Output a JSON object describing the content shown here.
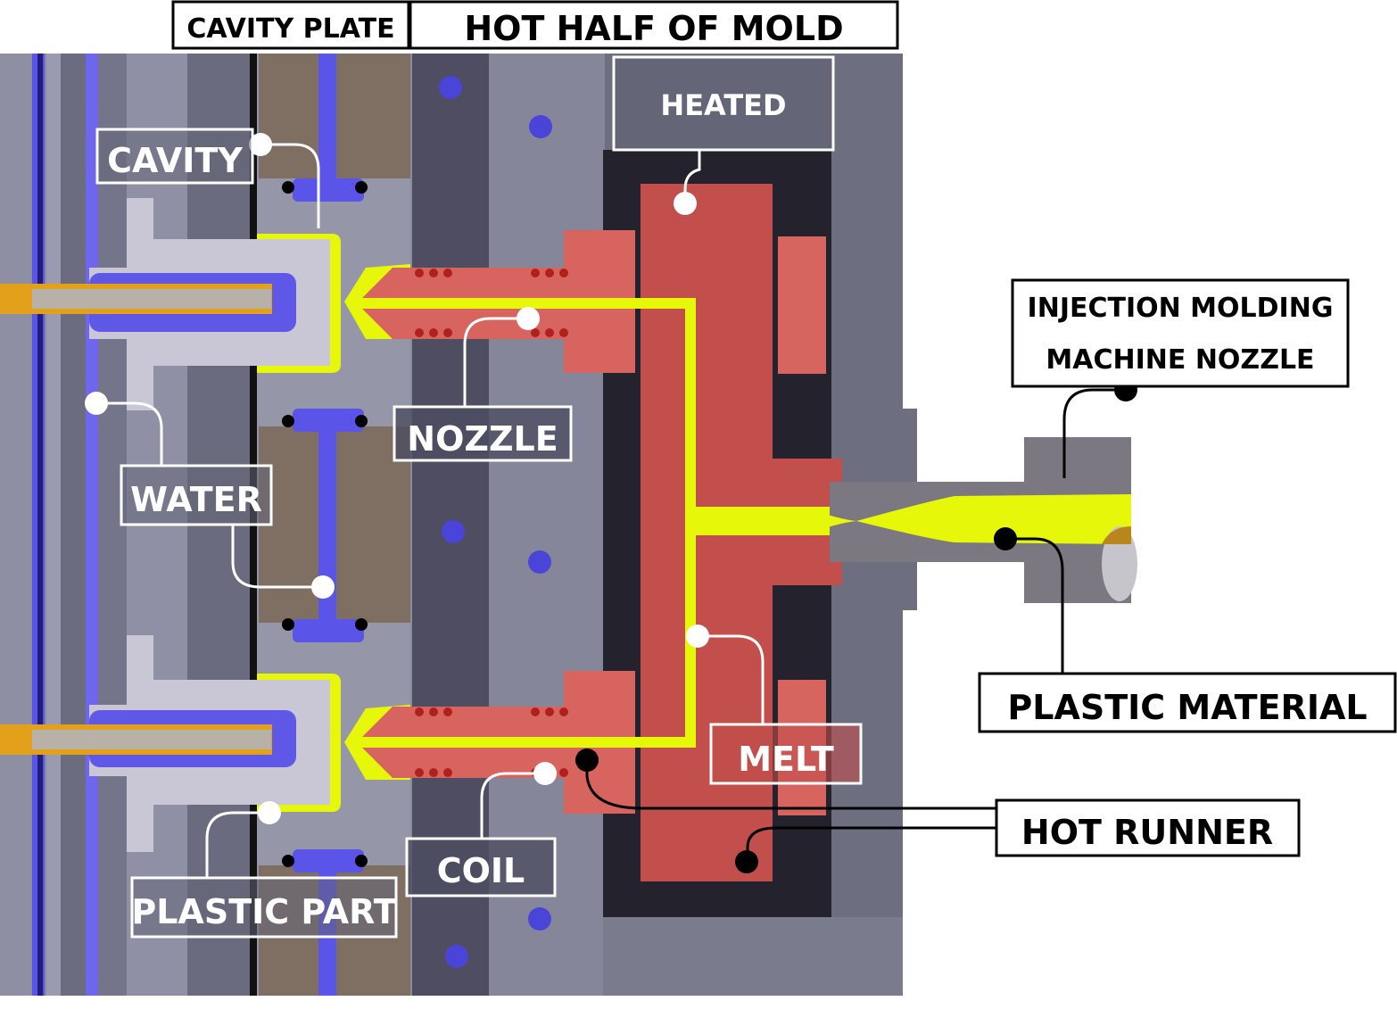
{
  "diagram": {
    "title": "Hot runner injection mold cross-section",
    "header_labels": {
      "cavity_plate": "CAVITY PLATE",
      "hot_half": "HOT HALF OF MOLD"
    },
    "callouts": {
      "cavity": "CAVITY",
      "water": "WATER",
      "nozzle": "NOZZLE",
      "heated": "HEATED",
      "melt": "MELT",
      "coil": "COIL",
      "plastic_part": "PLASTIC PART",
      "machine_nozzle_line1": "INJECTION MOLDING",
      "machine_nozzle_line2": "MACHINE NOZZLE",
      "plastic_material": "PLASTIC MATERIAL",
      "hot_runner": "HOT RUNNER"
    },
    "colors": {
      "plate_gray": "#8a8b9d",
      "plate_dark": "#4a4a5e",
      "plate_mid": "#6e6f82",
      "plate_light": "#a4a5b6",
      "core_insert": "#c9c7d6",
      "brown_insert": "#7f6f63",
      "water_blue": "#5a54e8",
      "melt_yellow": "#e7f70a",
      "heated_red": "#c24f4c",
      "heated_light": "#e0706a",
      "insulation_black": "#23222d",
      "machine_nozzle": "#7c7882",
      "gate_orange": "#e3a01a",
      "label_box_fill": "#646577",
      "white": "#ffffff",
      "black": "#000000"
    }
  }
}
